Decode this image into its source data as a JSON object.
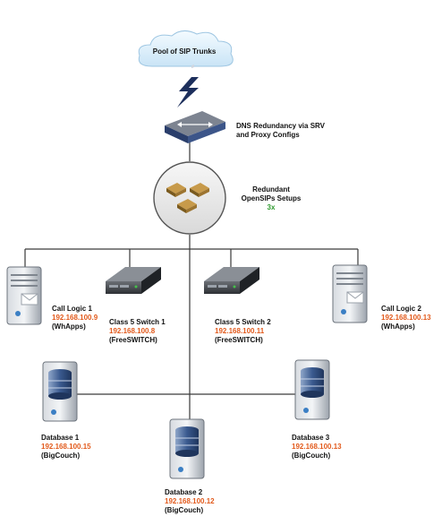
{
  "cloud": {
    "label": "Pool of SIP Trunks"
  },
  "dns": {
    "line1": "DNS Redundancy via SRV",
    "line2": "and Proxy Configs"
  },
  "opensips": {
    "line1": "Redundant",
    "line2": "OpenSIPs Setups",
    "count": "3x"
  },
  "servers": [
    {
      "name": "Call Logic 1",
      "ip": "192.168.100.9",
      "role": "(WhApps)"
    },
    {
      "name": "Class 5 Switch 1",
      "ip": "192.168.100.8",
      "role": "(FreeSWITCH)"
    },
    {
      "name": "Class 5 Switch 2",
      "ip": "192.168.100.11",
      "role": "(FreeSWITCH)"
    },
    {
      "name": "Call Logic 2",
      "ip": "192.168.100.13",
      "role": "(WhApps)"
    },
    {
      "name": "Database 1",
      "ip": "192.168.100.15",
      "role": "(BigCouch)"
    },
    {
      "name": "Database 3",
      "ip": "192.168.100.13",
      "role": "(BigCouch)"
    },
    {
      "name": "Database 2",
      "ip": "192.168.100.12",
      "role": "(BigCouch)"
    }
  ],
  "colors": {
    "ip": "#e25a1c",
    "count": "#2e9a2e",
    "line": "#3a3a3a",
    "cloud": "#d9ecf8"
  }
}
